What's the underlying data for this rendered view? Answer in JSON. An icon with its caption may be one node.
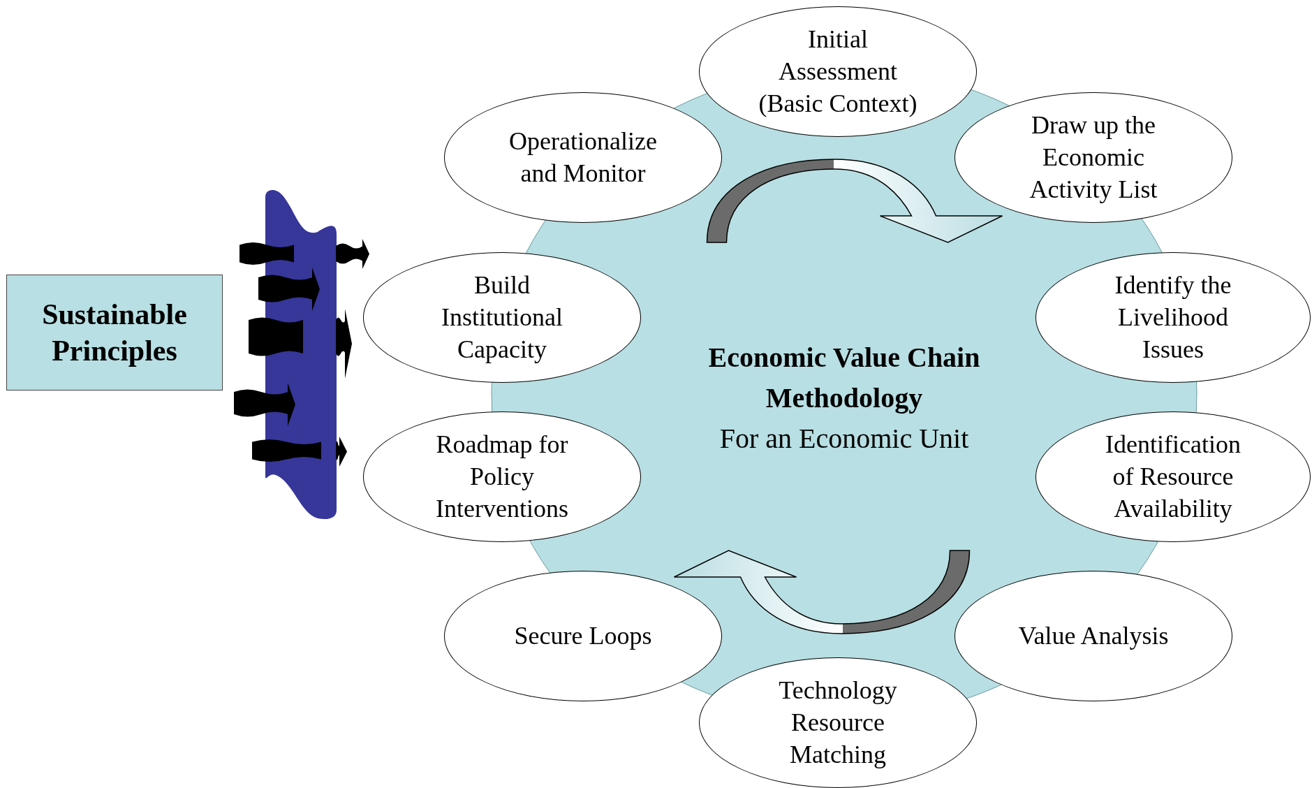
{
  "diagram": {
    "nodes": [
      {
        "text": [
          "Sustainable Principles"
        ]
      },
      {
        "text": [
          "Economic Value Chain Methodology",
          "For an Economic Unit"
        ]
      },
      {
        "text": [
          "Initial Assessment (Basic Context)"
        ]
      },
      {
        "text": [
          "Draw up the Economic Activity List"
        ]
      },
      {
        "text": [
          "Identify the Livelihood Issues"
        ]
      },
      {
        "text": [
          "Identification of Resource Availability"
        ]
      },
      {
        "text": [
          "Value Analysis"
        ]
      },
      {
        "text": [
          "Technology Resource Matching"
        ]
      },
      {
        "text": [
          "Secure Loops"
        ]
      },
      {
        "text": [
          "Roadmap for Policy Interventions"
        ]
      },
      {
        "text": [
          "Build Institutional Capacity"
        ]
      },
      {
        "text": [
          "Operationalize and Monitor"
        ]
      }
    ],
    "edges": [
      {
        "from": 11,
        "to": 3,
        "arrow": "to"
      },
      {
        "from": 6,
        "to": 8,
        "arrow": "to"
      }
    ]
  }
}
